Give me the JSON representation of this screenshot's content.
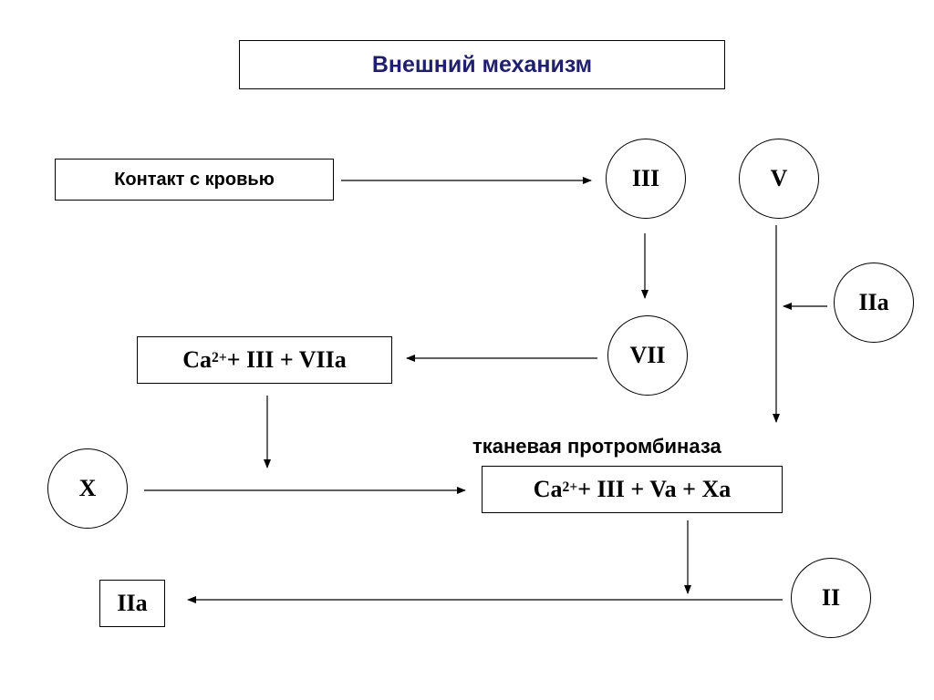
{
  "title": "Внешний механизм",
  "nodes": {
    "contact": "Контакт с кровью",
    "iii": "III",
    "v": "V",
    "iia_right": "IIa",
    "vii": "VII",
    "complex1": {
      "pre": "Ca ",
      "sup": "2+",
      "post": " + III + VIIa"
    },
    "x": "X",
    "complex2_label": "тканевая протромбиназа",
    "complex2": {
      "pre": "Ca ",
      "sup": "2+",
      "post": " + III + Va + Xa"
    },
    "ii": "II",
    "iia_result": "IIa"
  },
  "colors": {
    "title": "#1f1f6e",
    "line": "#000000"
  }
}
